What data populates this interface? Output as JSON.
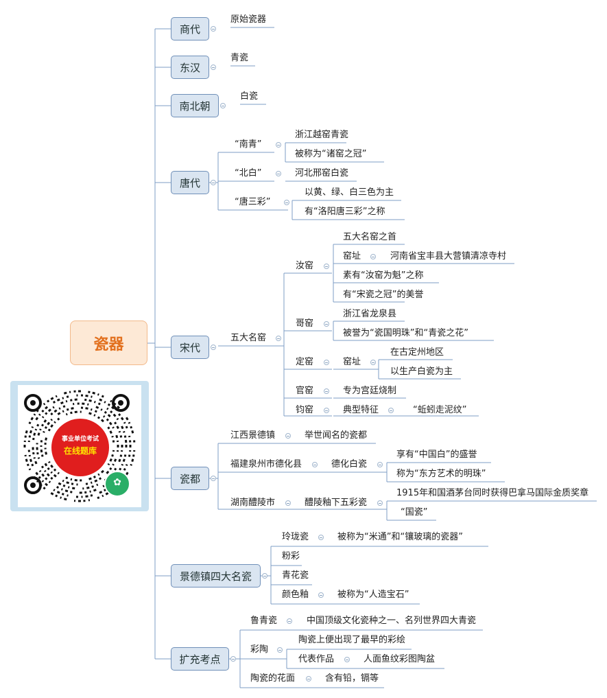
{
  "root": {
    "label": "瓷器"
  },
  "branches": {
    "shang": {
      "label": "商代",
      "c1": "原始瓷器"
    },
    "donghan": {
      "label": "东汉",
      "c1": "青瓷"
    },
    "nanbeichao": {
      "label": "南北朝",
      "c1": "白瓷"
    },
    "tang": {
      "label": "唐代",
      "nanqing": "“南青”",
      "nq1": "浙江越窑青瓷",
      "nq2": "被称为“诸窑之冠”",
      "beibai": "“北白”",
      "bb1": "河北邢窑白瓷",
      "tangsancai": "“唐三彩”",
      "ts1": "以黄、绿、白三色为主",
      "ts2": "有“洛阳唐三彩”之称"
    },
    "song": {
      "label": "宋代",
      "wuda": "五大名窑",
      "ru": "汝窑",
      "ru1": "五大名窑之首",
      "ru2": "窑址",
      "ru2a": "河南省宝丰县大营镇清凉寺村",
      "ru3": "素有“汝窑为魁”之称",
      "ru4": "有“宋瓷之冠”的美誉",
      "ge": "哥窑",
      "ge1": "浙江省龙泉县",
      "ge2": "被誉为“瓷国明珠”和“青瓷之花”",
      "ding": "定窑",
      "ding1": "窑址",
      "ding1a": "在古定州地区",
      "ding1b": "以生产白瓷为主",
      "guan": "官窑",
      "guan1": "专为宫廷烧制",
      "jun": "钧窑",
      "jun1": "典型特征",
      "jun1a": "“蚯蚓走泥纹”"
    },
    "cidu": {
      "label": "瓷都",
      "jx": "江西景德镇",
      "jx1": "举世闻名的瓷都",
      "fj": "福建泉州市德化县",
      "fj1": "德化白瓷",
      "fj1a": "享有“中国白”的盛誉",
      "fj1b": "称为“东方艺术的明珠”",
      "hn": "湖南醴陵市",
      "hn1": "醴陵釉下五彩瓷",
      "hn1a": "1915年和国酒茅台同时获得巴拿马国际金质奖章",
      "hn1b": "“国瓷”"
    },
    "jdz": {
      "label": "景德镇四大名瓷",
      "ll": "玲珑瓷",
      "ll1": "被称为“米通”和“镶玻璃的瓷器”",
      "fc": "粉彩",
      "qh": "青花瓷",
      "ys": "颜色釉",
      "ys1": "被称为“人造宝石”"
    },
    "kuochong": {
      "label": "扩充考点",
      "lq": "鲁青瓷",
      "lq1": "中国顶级文化瓷种之一、名列世界四大青瓷",
      "ct": "彩陶",
      "ct1": "陶瓷上便出现了最早的彩绘",
      "ct2": "代表作品",
      "ct2a": "人面鱼纹彩图陶盆",
      "hm": "陶瓷的花面",
      "hm1": "含有铅，镉等"
    }
  },
  "qr": {
    "line1": "事业单位考试",
    "line2": "在线题库"
  }
}
